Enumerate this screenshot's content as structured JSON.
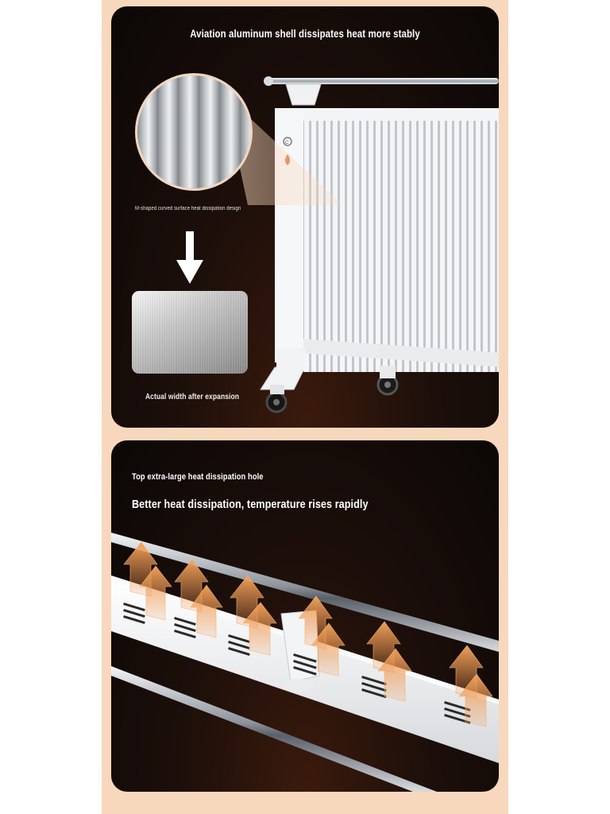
{
  "top_panel": {
    "headline": "Aviation aluminum shell dissipates heat more stably",
    "caption_curved": "M-shaped curved surface heat dissipation design",
    "caption_width": "Actual width after expansion",
    "icons": [
      "magnifier-closeup-icon",
      "arrow-down-icon",
      "heater-product-image",
      "ce-mark-icon",
      "flame-mark-icon"
    ]
  },
  "bottom_panel": {
    "caption_hole": "Top extra-large heat dissipation hole",
    "headline": "Better heat dissipation, temperature rises rapidly",
    "icons": [
      "heat-arrow-icon",
      "vent-slot-icon",
      "towel-rail-image"
    ]
  },
  "colors": {
    "page_background": "#f8d8bd",
    "panel_dark": "#0b0706",
    "heat_arrow": "#f0a05a",
    "text": "#ffffff"
  }
}
